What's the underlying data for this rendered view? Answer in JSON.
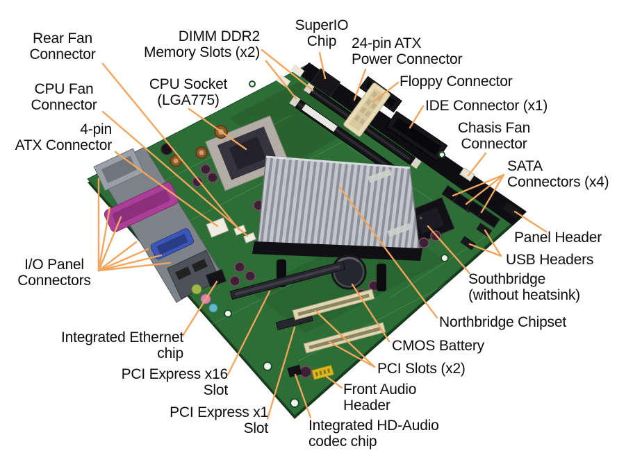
{
  "colors": {
    "leader_line": "#f2a55c",
    "board_green": "#2c6e35",
    "label_text": "#0c0c0c",
    "background": "#ffffff"
  },
  "diagram": {
    "type": "labeled-diagram",
    "subject": "Motherboard components",
    "labels": [
      {
        "id": "rear-fan-connector",
        "text": "Rear Fan\nConnector"
      },
      {
        "id": "cpu-fan-connector",
        "text": "CPU Fan\nConnector"
      },
      {
        "id": "atx-4pin-connector",
        "text": "4-pin\nATX Connector"
      },
      {
        "id": "dimm-ddr2-slots",
        "text": "DIMM DDR2\nMemory Slots (x2)"
      },
      {
        "id": "cpu-socket",
        "text": "CPU Socket\n(LGA775)"
      },
      {
        "id": "superio-chip",
        "text": "SuperIO\nChip"
      },
      {
        "id": "atx-24pin-power",
        "text": "24-pin ATX\nPower Connector"
      },
      {
        "id": "floppy-connector",
        "text": "Floppy Connector"
      },
      {
        "id": "ide-connector",
        "text": "IDE Connector (x1)"
      },
      {
        "id": "chassis-fan-connector",
        "text": "Chasis Fan\nConnector"
      },
      {
        "id": "sata-connectors",
        "text": "SATA\nConnectors (x4)"
      },
      {
        "id": "panel-header",
        "text": "Panel Header"
      },
      {
        "id": "usb-headers",
        "text": "USB Headers"
      },
      {
        "id": "southbridge",
        "text": "Southbridge\n(without heatsink)"
      },
      {
        "id": "northbridge-chipset",
        "text": "Northbridge Chipset"
      },
      {
        "id": "cmos-battery",
        "text": "CMOS Battery"
      },
      {
        "id": "pci-slots",
        "text": "PCI Slots (x2)"
      },
      {
        "id": "front-audio-header",
        "text": "Front Audio\nHeader"
      },
      {
        "id": "hd-audio-codec",
        "text": "Integrated HD-Audio\ncodec chip"
      },
      {
        "id": "pcie-x1-slot",
        "text": "PCI Express x1\nSlot"
      },
      {
        "id": "pcie-x16-slot",
        "text": "PCI Express x16\nSlot"
      },
      {
        "id": "ethernet-chip",
        "text": "Integrated Ethernet\nchip"
      },
      {
        "id": "io-panel-connectors",
        "text": "I/O Panel\nConnectors"
      }
    ]
  }
}
